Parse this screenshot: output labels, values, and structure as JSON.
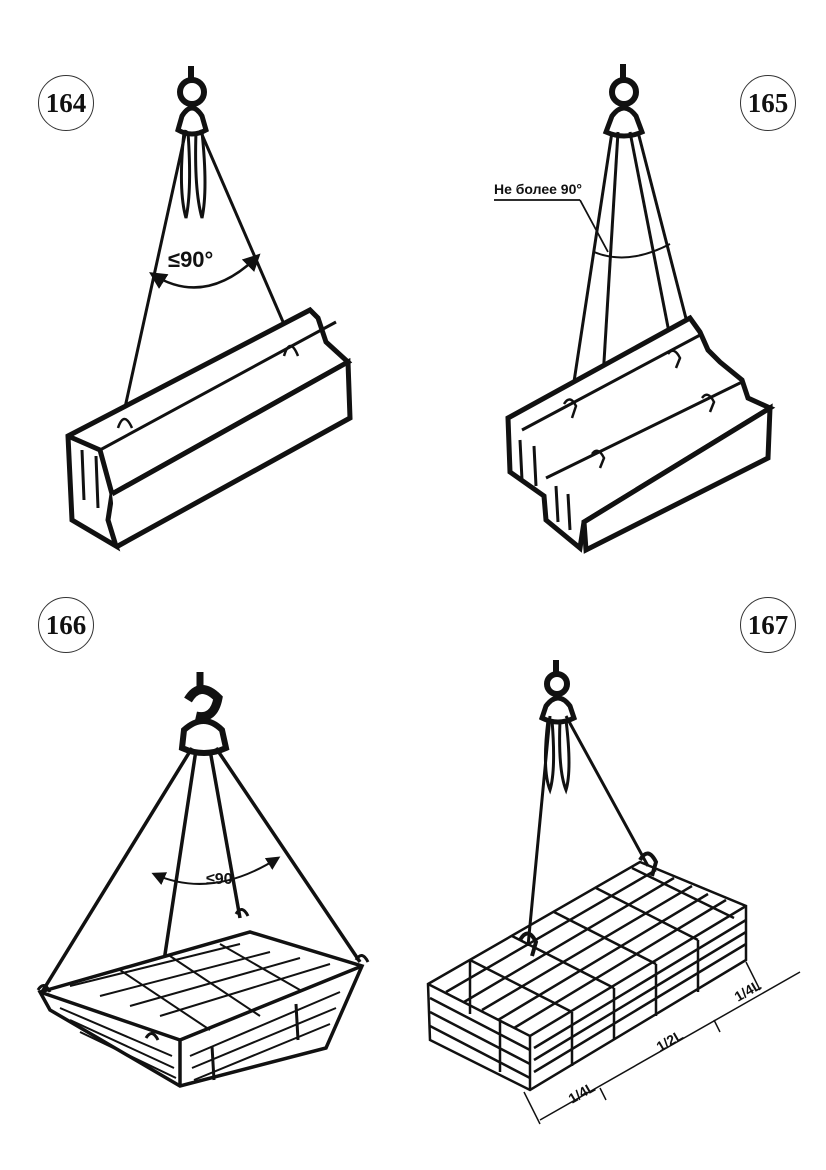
{
  "figures": [
    {
      "number": "164",
      "angle_label": "≤90°"
    },
    {
      "number": "165",
      "angle_label": "Не более 90°"
    },
    {
      "number": "166",
      "angle_label": "≤90"
    },
    {
      "number": "167",
      "dimension_labels": [
        "1/4L",
        "1/2L",
        "1/4L"
      ]
    }
  ]
}
